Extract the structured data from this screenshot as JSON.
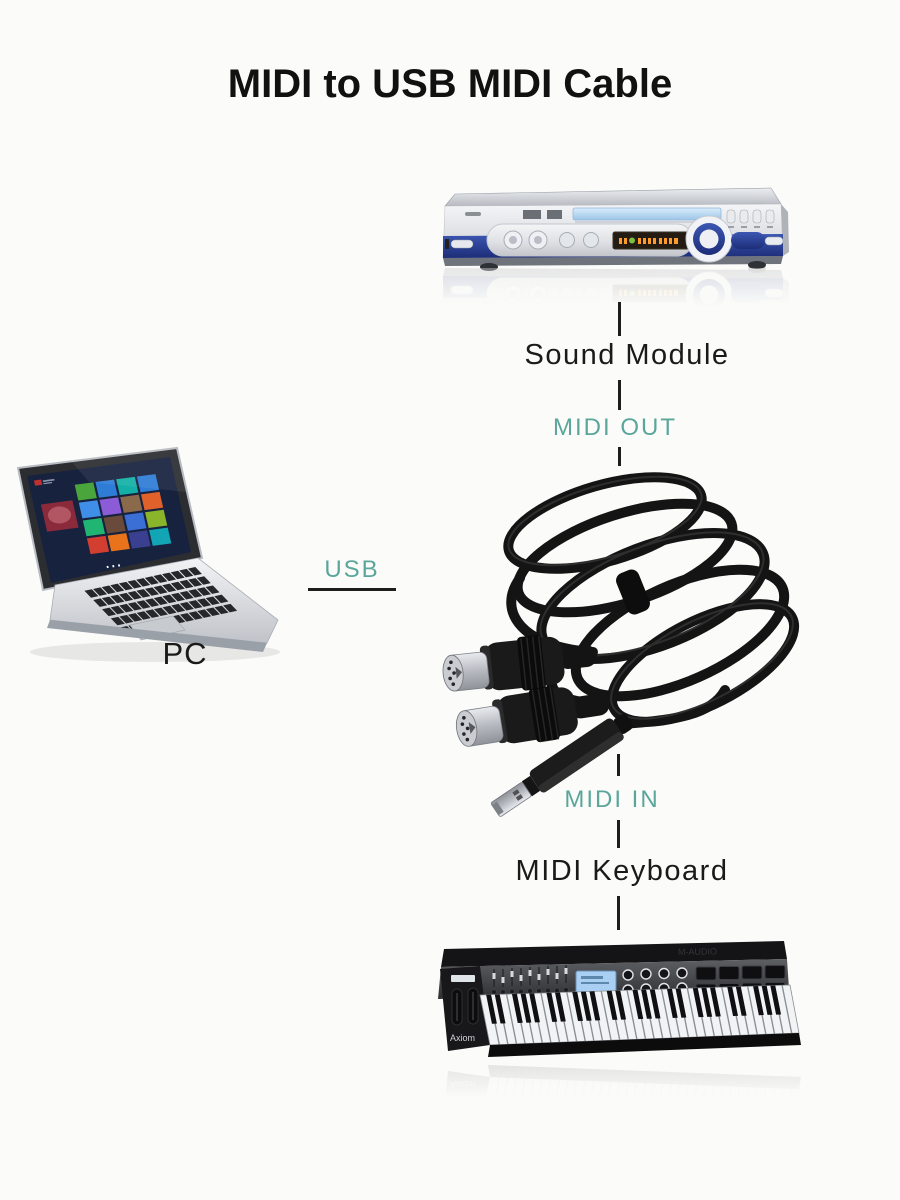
{
  "title": "MIDI to USB MIDI Cable",
  "colors": {
    "accent_teal": "#5BA69B",
    "connector_line": "#1d1d1d",
    "background": "#fbfbf9"
  },
  "connections": {
    "sound_module": "Sound Module",
    "midi_out": "MIDI OUT",
    "usb": "USB",
    "pc": "PC",
    "midi_in": "MIDI IN",
    "midi_keyboard": "MIDI Keyboard"
  },
  "keyboard": {
    "brand_label": "Axiom",
    "rear_label": "M-AUDIO"
  }
}
